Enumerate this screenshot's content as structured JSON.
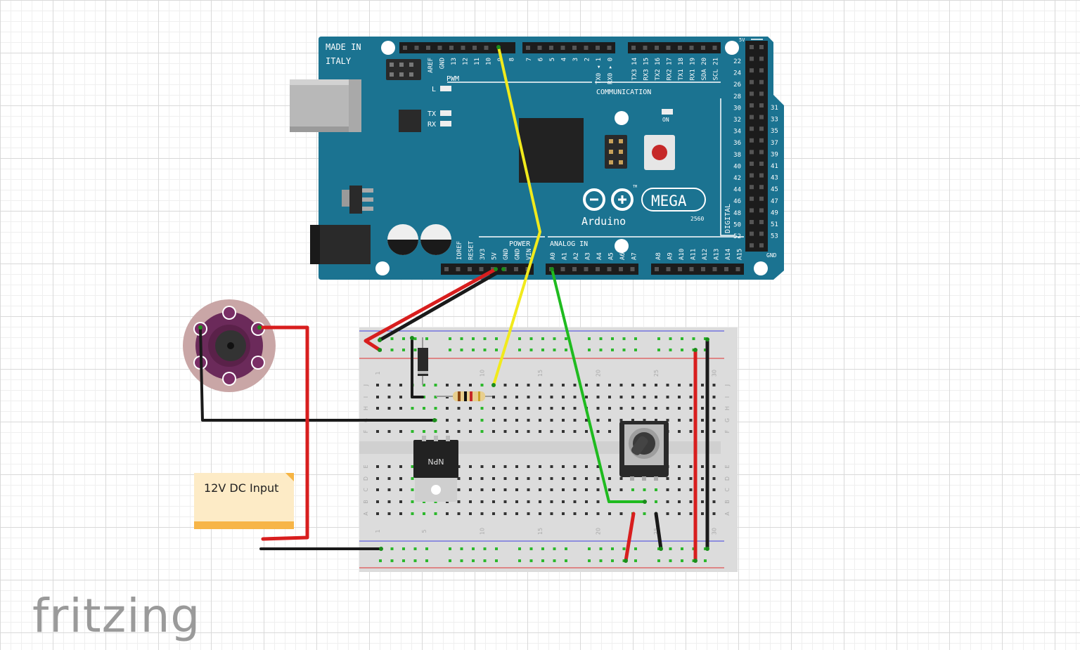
{
  "board": {
    "made_in_1": "MADE IN",
    "made_in_2": "ITALY",
    "brand": "Arduino",
    "model": "MEGA",
    "model_sub": "2560",
    "tm": "TM",
    "pwm": "PWM",
    "communication": "COMMUNICATION",
    "power": "POWER",
    "analog_in": "ANALOG IN",
    "digital": "DIGITAL",
    "on": "ON",
    "l": "L",
    "tx": "TX",
    "rx": "RX",
    "five_v": "5V",
    "gnd": "GND",
    "top_pin_labels_1": [
      "AREF",
      "GND",
      "13",
      "12",
      "11",
      "10",
      "9",
      "8"
    ],
    "top_pin_labels_2": [
      "7",
      "6",
      "5",
      "4",
      "3",
      "2",
      "TX0 ◂ 1",
      "RX0 ▸ 0"
    ],
    "top_pin_labels_3": [
      "TX3 14",
      "RX3 15",
      "TX2 16",
      "RX2 17",
      "TX1 18",
      "RX1 19",
      "SDA 20",
      "SCL 21"
    ],
    "power_pin_labels": [
      "IOREF",
      "RESET",
      "3V3",
      "5V",
      "GND",
      "GND",
      "VIN"
    ],
    "analog_pin_labels": [
      "A0",
      "A1",
      "A2",
      "A3",
      "A4",
      "A5",
      "A6",
      "A7"
    ],
    "analog_pin_labels_2": [
      "A8",
      "A9",
      "A10",
      "A11",
      "A12",
      "A13",
      "A14",
      "A15"
    ],
    "digital_left": [
      "22",
      "24",
      "26",
      "28",
      "30",
      "32",
      "34",
      "36",
      "38",
      "40",
      "42",
      "44",
      "46",
      "48",
      "50",
      "52"
    ],
    "digital_right": [
      "31",
      "33",
      "35",
      "37",
      "39",
      "41",
      "43",
      "45",
      "47",
      "49",
      "51",
      "53"
    ]
  },
  "breadboard": {
    "row_letters_top": [
      "J",
      "I",
      "H",
      "G",
      "F"
    ],
    "row_letters_bottom": [
      "E",
      "D",
      "C",
      "B",
      "A"
    ],
    "column_numbers": [
      "1",
      "5",
      "10",
      "15",
      "20",
      "25",
      "30"
    ]
  },
  "components": {
    "transistor_label": "NPN"
  },
  "note": {
    "text": "12V DC Input"
  },
  "footer": {
    "logo": "fritzing"
  },
  "colors": {
    "board": "#1b7391",
    "wire_yellow": "#f1ea1c",
    "wire_green": "#1fbb1f",
    "wire_red": "#d81e1e",
    "wire_black": "#1a1a1a",
    "breadboard": "#dcdcdc",
    "note": "#fdebc6"
  }
}
